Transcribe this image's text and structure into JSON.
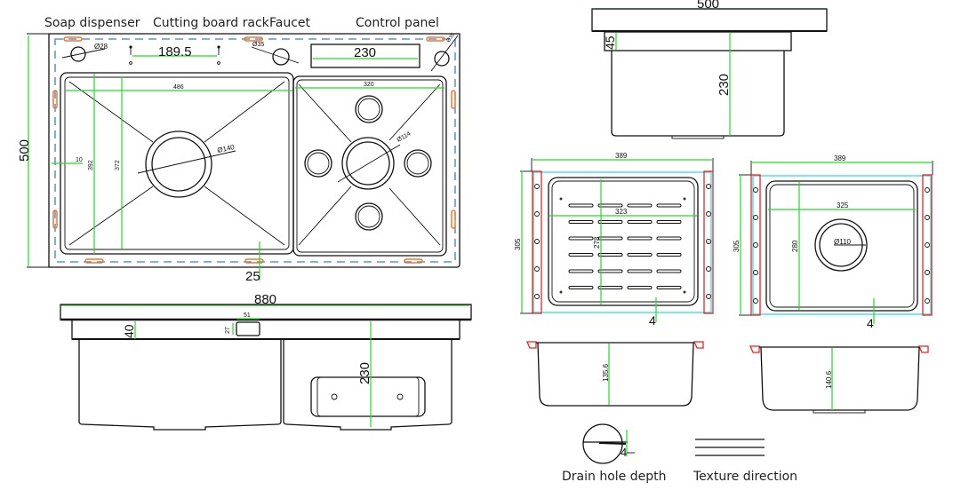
{
  "labels": {
    "soap_dispenser": "Soap dispenser",
    "cutting_board_rack": "Cutting board rack",
    "faucet": "Faucet",
    "control_panel": "Control panel",
    "drain_hole_depth": "Drain hole depth",
    "texture_direction": "Texture direction"
  },
  "top_view": {
    "width_total": "500",
    "rack_spacing": "189.5",
    "panel_width": "230",
    "soap_dia": "Ø28",
    "faucet_dia": "Ø35",
    "corner_dia": "Ø35",
    "left_bowl_width": "486",
    "right_bowl_width": "320",
    "left_margin": "10",
    "bowl_outer_height": "392",
    "bowl_inner_height": "372",
    "left_drain_dia": "Ø140",
    "right_drain_dia": "Ø114",
    "bottom_offset": "25"
  },
  "front_view": {
    "total_length": "880",
    "overflow_width": "51",
    "overflow_height": "27",
    "rim_depth": "40",
    "bowl_depth": "230"
  },
  "side_view": {
    "width": "500",
    "rim_height": "45",
    "depth": "230"
  },
  "basket_left": {
    "outer_width": "389",
    "inner_width": "323",
    "outer_height": "305",
    "inner_height": "278",
    "thickness": "4",
    "depth": "135.6"
  },
  "basket_right": {
    "outer_width": "389",
    "inner_width": "325",
    "outer_height": "305",
    "inner_height": "280",
    "drain_dia": "Ø110",
    "thickness": "4",
    "depth": "140.6"
  },
  "legend": {
    "drain_depth_value": "4"
  }
}
